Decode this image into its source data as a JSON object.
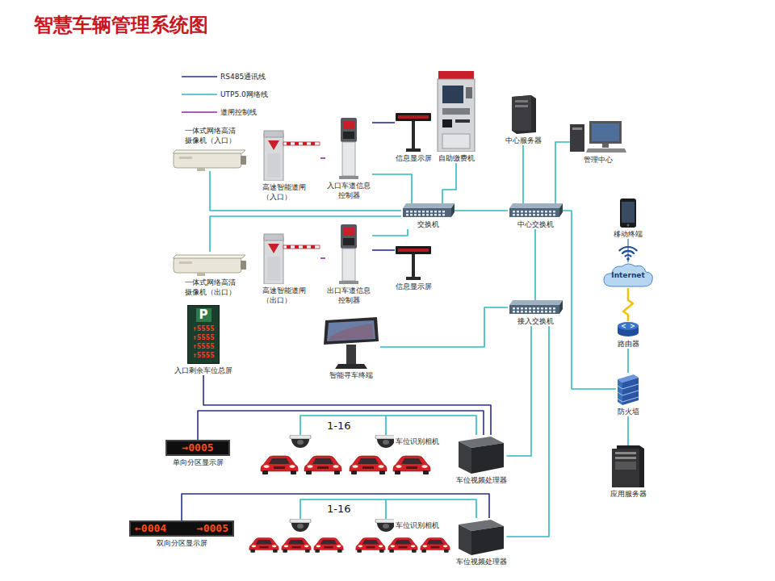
{
  "diagram": {
    "title": "智慧车辆管理系统图",
    "nodes": [
      {
        "text": [
          "一体式网络高清 摄像机（入口）"
        ]
      },
      {
        "text": [
          "高速智能道闸 （入口）"
        ]
      },
      {
        "text": [
          "入口车道信息 控制器"
        ]
      },
      {
        "text": [
          "信息显示屏"
        ]
      },
      {
        "text": [
          "自助缴费机"
        ]
      },
      {
        "text": [
          "中心服务器"
        ]
      },
      {
        "text": [
          "管理中心"
        ]
      },
      {
        "text": [
          "交换机"
        ]
      },
      {
        "text": [
          "中心交换机"
        ]
      },
      {
        "text": [
          "移动终端"
        ]
      },
      {
        "text": [
          "Internet"
        ]
      },
      {
        "text": [
          "一体式网络高清 摄像机（出口）"
        ]
      },
      {
        "text": [
          "高速智能道闸 （出口）"
        ]
      },
      {
        "text": [
          "出口车道信息 控制器"
        ]
      },
      {
        "text": [
          "信息显示屏"
        ]
      },
      {
        "text": [
          "路由器"
        ]
      },
      {
        "text": [
          "接入交换机"
        ]
      },
      {
        "text": [
          "P",
          "↑5555",
          "↑5555",
          "↑5555",
          "↑5555",
          "入口剩余车位总屏"
        ]
      },
      {
        "text": [
          "智能寻车终端"
        ]
      },
      {
        "text": [
          "防火墙"
        ]
      },
      {
        "text": [
          "→0005",
          "单向分区显示屏"
        ]
      },
      {
        "text": [
          "车位识别相机"
        ]
      },
      {
        "text": [
          "车位视频处理器"
        ]
      },
      {
        "text": [
          "应用服务器"
        ]
      },
      {
        "text": [
          "←0004",
          "→0005",
          "双向分区显示屏"
        ]
      },
      {
        "text": [
          "车位识别相机"
        ]
      },
      {
        "text": [
          "车位视频处理器"
        ]
      }
    ],
    "edges": [
      {
        "from": 0,
        "to": 7,
        "arrow": "none"
      },
      {
        "from": 1,
        "to": 2,
        "arrow": "none"
      },
      {
        "from": 2,
        "to": 3,
        "arrow": "none"
      },
      {
        "from": 2,
        "to": 7,
        "arrow": "none"
      },
      {
        "from": 4,
        "to": 7,
        "arrow": "none"
      },
      {
        "from": 7,
        "to": 8,
        "arrow": "none"
      },
      {
        "from": 5,
        "to": 8,
        "arrow": "none"
      },
      {
        "from": 6,
        "to": 8,
        "arrow": "none"
      },
      {
        "from": 11,
        "to": 7,
        "arrow": "none"
      },
      {
        "from": 12,
        "to": 13,
        "arrow": "none"
      },
      {
        "from": 13,
        "to": 14,
        "arrow": "none"
      },
      {
        "from": 13,
        "to": 7,
        "arrow": "none"
      },
      {
        "from": 8,
        "to": 16,
        "arrow": "none"
      },
      {
        "from": 8,
        "to": 19,
        "arrow": "none"
      },
      {
        "from": 19,
        "to": 15,
        "arrow": "none"
      },
      {
        "from": 15,
        "to": 10,
        "arrow": "none"
      },
      {
        "from": 10,
        "to": 9,
        "arrow": "none"
      },
      {
        "from": 19,
        "to": 23,
        "arrow": "none"
      },
      {
        "from": 16,
        "to": 18,
        "arrow": "none"
      },
      {
        "from": 16,
        "to": 22,
        "arrow": "none"
      },
      {
        "from": 16,
        "to": 26,
        "arrow": "none"
      },
      {
        "from": 17,
        "to": 22,
        "arrow": "none"
      },
      {
        "from": 20,
        "to": 22,
        "arrow": "none"
      },
      {
        "from": 21,
        "to": 22,
        "arrow": "none"
      },
      {
        "from": 24,
        "to": 26,
        "arrow": "none"
      },
      {
        "from": 25,
        "to": 26,
        "arrow": "none"
      }
    ],
    "labels": [
      "1-16",
      "1-16"
    ],
    "legend": [
      {
        "text": "RS485通讯线"
      },
      {
        "text": "UTP5.0网络线"
      },
      {
        "text": "道闸控制线"
      }
    ]
  }
}
